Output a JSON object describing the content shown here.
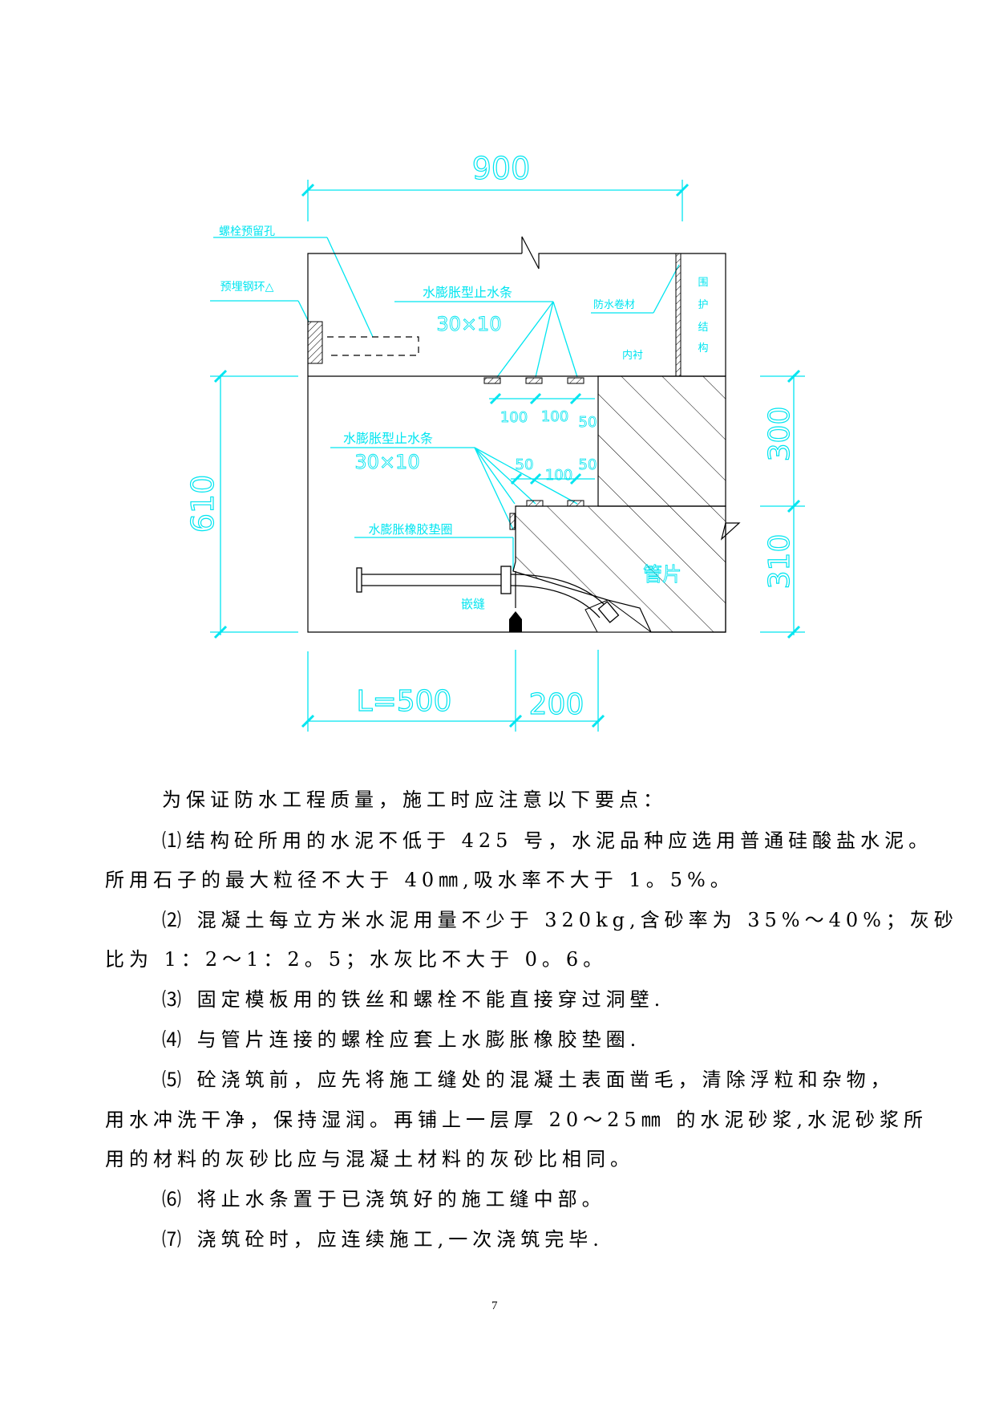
{
  "drawing": {
    "dims": {
      "top_width": "900",
      "left_height": "610",
      "right_upper": "300",
      "right_lower": "310",
      "bottom_left": "L=500",
      "bottom_right": "200",
      "gap_100_a": "100",
      "gap_100_b": "100",
      "gap_50_a": "50",
      "gap_50_b": "50",
      "gap_100_c": "100",
      "gap_50_c": "50",
      "size_upper": "30×10",
      "size_lower": "30×10"
    },
    "labels": {
      "bolt_hole": "螺栓预留孔",
      "steel_ring": "预埋钢环△",
      "strip_upper": "水膨胀型止水条",
      "strip_lower": "水膨胀型止水条",
      "membrane": "防水卷材",
      "lining": "内衬",
      "retaining": [
        "围",
        "护",
        "结",
        "构"
      ],
      "rubber_ring": "水膨胀橡胶垫圈",
      "caulk": "嵌缝",
      "segment": "管片"
    },
    "colors": {
      "dimension": "#00e5f0",
      "lines": "#000000"
    }
  },
  "text": {
    "intro": "为保证防水工程质量，施工时应注意以下要点：",
    "p1_line1": "⑴结构砼所用的水泥不低于 425 号，水泥品种应选用普通硅酸盐水泥。",
    "p1_line2": "所用石子的最大粒径不大于 40㎜,吸水率不大于 1。5%。",
    "p2_line1": "⑵ 混凝土每立方米水泥用量不少于 320kg,含砂率为 35%～40%；灰砂",
    "p2_line2": "比为 1：2～1：2。5；水灰比不大于 0。6。",
    "p3": "⑶ 固定模板用的铁丝和螺栓不能直接穿过洞壁.",
    "p4": "⑷ 与管片连接的螺栓应套上水膨胀橡胶垫圈.",
    "p5_line1": "⑸ 砼浇筑前，应先将施工缝处的混凝土表面凿毛，清除浮粒和杂物，",
    "p5_line2": "用水冲洗干净，保持湿润。再铺上一层厚 20～25㎜ 的水泥砂浆,水泥砂浆所",
    "p5_line3": "用的材料的灰砂比应与混凝土材料的灰砂比相同。",
    "p6": "⑹ 将止水条置于已浇筑好的施工缝中部。",
    "p7": "⑺ 浇筑砼时，应连续施工,一次浇筑完毕."
  },
  "page_number": "7"
}
